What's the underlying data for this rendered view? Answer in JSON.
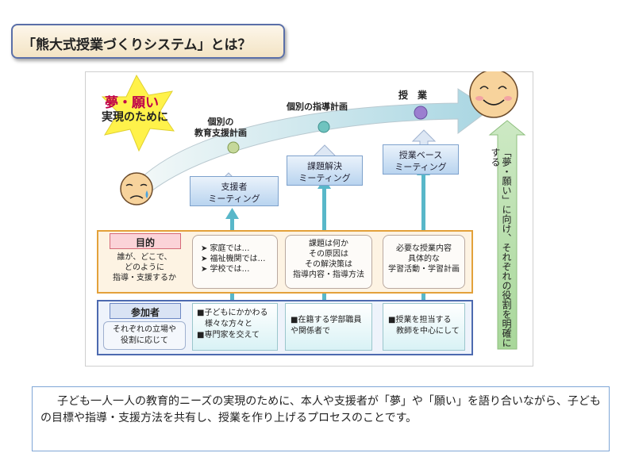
{
  "title": "「熊大式授業づくりシステム」とは？",
  "dream": {
    "line1": "夢・願い",
    "line2": "実現のために"
  },
  "stages": {
    "plan1": "個別の\n教育支援計画",
    "plan2": "個別の指導計画",
    "lesson": "授　業"
  },
  "meetings": [
    {
      "line1": "支援者",
      "line2": "ミーティング"
    },
    {
      "line1": "課題解決",
      "line2": "ミーティング"
    },
    {
      "line1": "授業ベース",
      "line2": "ミーティング"
    }
  ],
  "purpose": {
    "label": "目的",
    "desc": "誰が、どこで、\nどのように\n指導・支援するか",
    "boxes": [
      [
        "➤ 家庭では…",
        "➤ 福祉機関では…",
        "➤ 学校では…"
      ],
      [
        "課題は何か",
        "その原因は",
        "その解決策は",
        "指導内容・指導方法"
      ],
      [
        "必要な授業内容",
        "具体的な",
        "学習活動・学習計画"
      ]
    ]
  },
  "participants": {
    "label": "参加者",
    "desc": "それぞれの立場や\n役割に応じて",
    "boxes": [
      [
        "■子どもにかかわる",
        "様々な方々と",
        "■専門家を交えて"
      ],
      [
        "■在籍する学部職員",
        "や関係者で"
      ],
      [
        "■授業を担当する",
        "教師を中心にして"
      ]
    ]
  },
  "vertical_text": "「夢・願い」に向け、それぞれの役割を明確にする",
  "description": "子ども一人一人の教育的ニーズの実現のために、本人や支援者が「夢」や「願い」を語り合いながら、子どもの目標や指導・支援方法を共有し、授業を作り上げるプロセスのことです。",
  "colors": {
    "arrow": "#b9e0ea",
    "vertical_arrow": "#58b7c9",
    "purpose_border": "#e3a13a",
    "participants_border": "#4d6ab0",
    "star": "#fff24a",
    "face": "#f7d39c"
  }
}
